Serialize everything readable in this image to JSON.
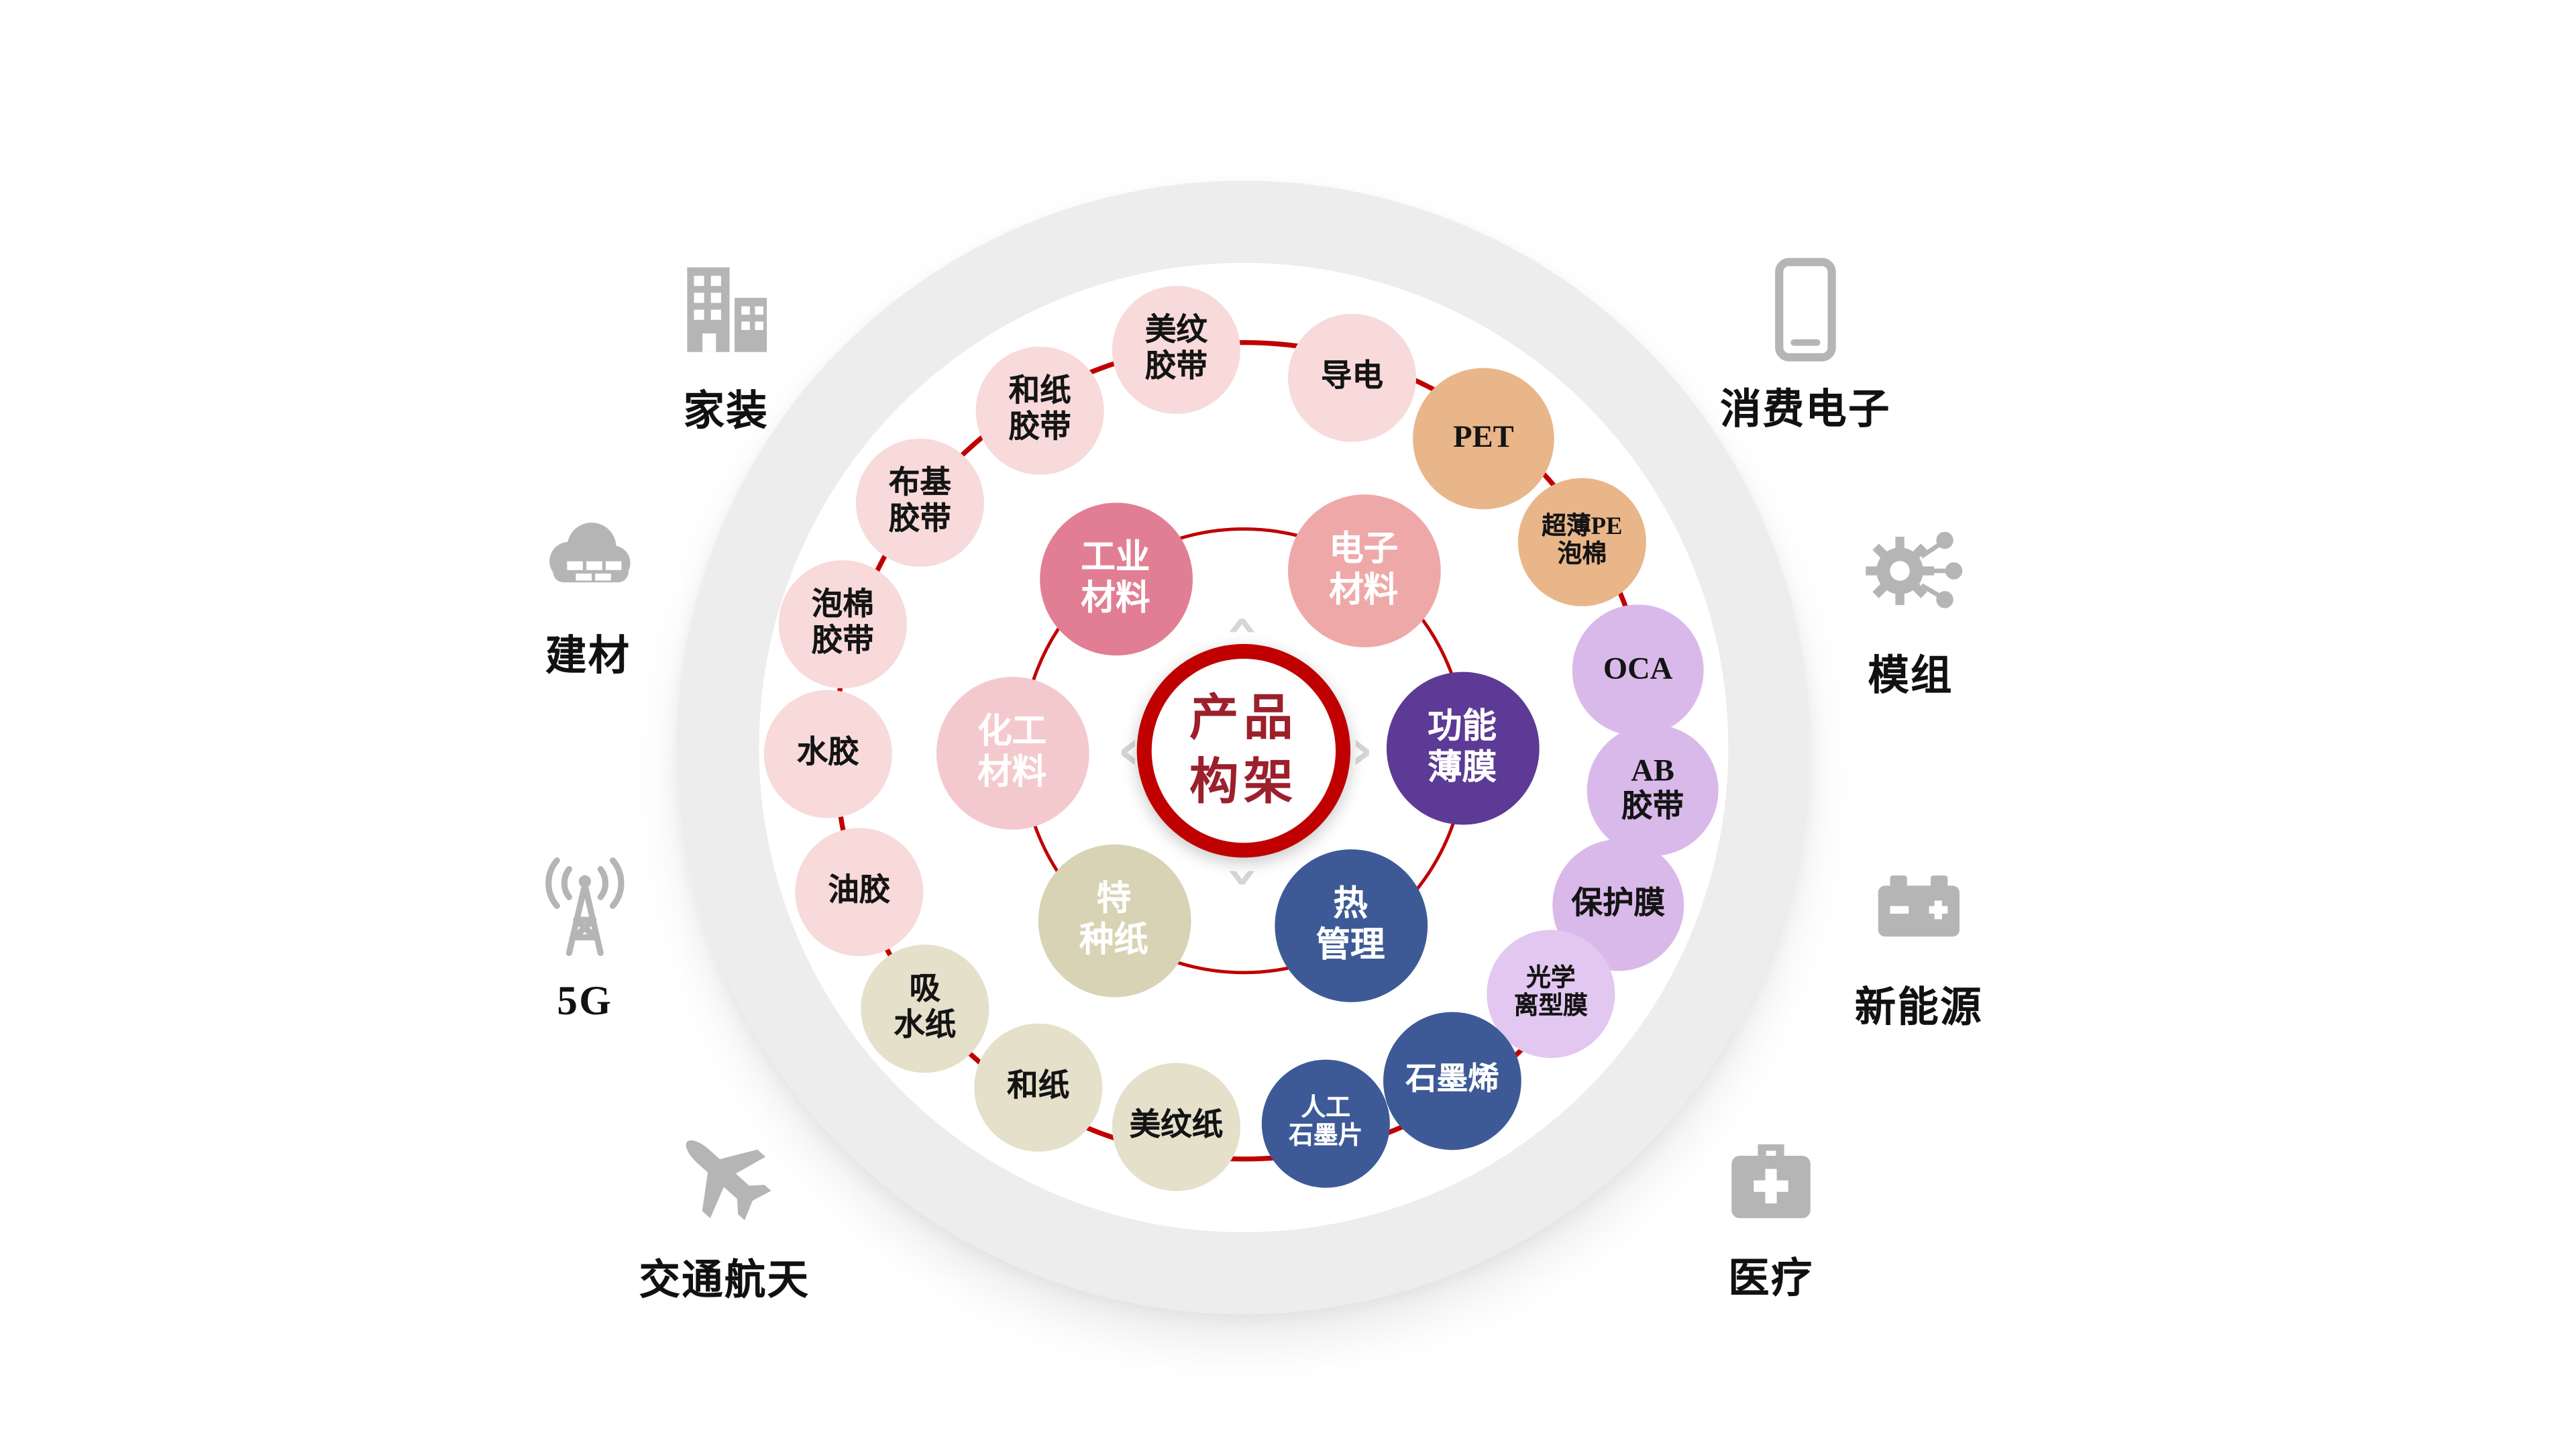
{
  "center": {
    "label": "产品\n构架"
  },
  "inner_ring": [
    {
      "label": "工业\n材料",
      "color": "#e27e93"
    },
    {
      "label": "电子\n材料",
      "color": "#efa8a8"
    },
    {
      "label": "功能\n薄膜",
      "color": "#5c3a95"
    },
    {
      "label": "热\n管理",
      "color": "#3d5a97"
    },
    {
      "label": "特\n种纸",
      "color": "#d8d3b4"
    },
    {
      "label": "化工\n材料",
      "color": "#f4c9cd"
    }
  ],
  "outer_ring": [
    {
      "label": "美纹\n胶带",
      "color": "#f8dada"
    },
    {
      "label": "导电",
      "color": "#f8dada"
    },
    {
      "label": "PET",
      "color": "#e9b68a"
    },
    {
      "label": "超薄PE\n泡棉",
      "color": "#e9b68a"
    },
    {
      "label": "OCA",
      "color": "#d9b9ea"
    },
    {
      "label": "AB\n胶带",
      "color": "#d9b9ea"
    },
    {
      "label": "保护膜",
      "color": "#d9b9ea"
    },
    {
      "label": "光学\n离型膜",
      "color": "#e2c7f1"
    },
    {
      "label": "石墨烯",
      "color": "#3d5a97"
    },
    {
      "label": "人工\n石墨片",
      "color": "#3d5a97"
    },
    {
      "label": "美纹纸",
      "color": "#e4e0ca"
    },
    {
      "label": "和纸",
      "color": "#e4e0ca"
    },
    {
      "label": "吸\n水纸",
      "color": "#e4e0ca"
    },
    {
      "label": "油胶",
      "color": "#f8dada"
    },
    {
      "label": "水胶",
      "color": "#f8dada"
    },
    {
      "label": "泡棉\n胶带",
      "color": "#f8dada"
    },
    {
      "label": "布基\n胶带",
      "color": "#f8dada"
    },
    {
      "label": "和纸\n胶带",
      "color": "#f8dada"
    }
  ],
  "applications": [
    {
      "label": "家装",
      "icon": "building-icon"
    },
    {
      "label": "消费电子",
      "icon": "smartphone-icon"
    },
    {
      "label": "建材",
      "icon": "cloud-icon"
    },
    {
      "label": "模组",
      "icon": "module-gear-icon"
    },
    {
      "label": "5G",
      "icon": "signal-tower-icon"
    },
    {
      "label": "新能源",
      "icon": "battery-icon"
    },
    {
      "label": "交通航天",
      "icon": "airplane-icon"
    },
    {
      "label": "医疗",
      "icon": "medical-kit-icon"
    }
  ],
  "colors": {
    "accent_red": "#c00000",
    "ring_gray": "#ededed",
    "icon_gray": "#b5b5b5",
    "center_text": "#9b202c"
  }
}
